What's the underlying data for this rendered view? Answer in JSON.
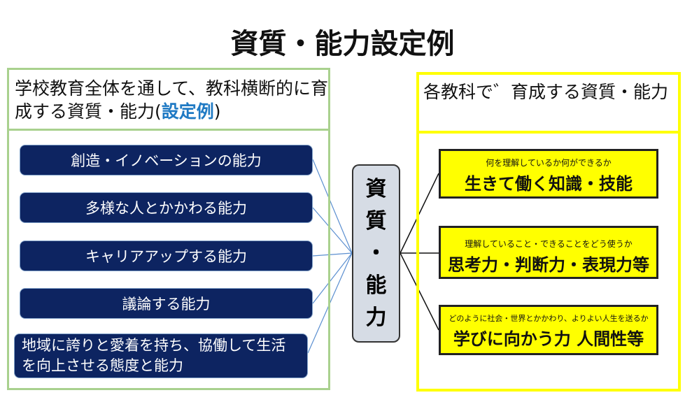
{
  "title": "資質・能力設定例",
  "left": {
    "header": "学校教育全体を通して、教科横断的に育成する資質・能力(",
    "header_highlight": "設定例",
    "header_end": ")",
    "items": [
      "創造・イノベーションの能力",
      "多様な人とかかわる能力",
      "キャリアアップする能力",
      "議論する能力",
      "地域に誇りと愛着を持ち、協働して生活を向上させる態度と能力"
    ]
  },
  "center": {
    "chars": [
      "資",
      "質",
      "・",
      "能",
      "力"
    ]
  },
  "right": {
    "header": "各教科で゛育成する資質・能力",
    "items": [
      {
        "sub": "何を理解しているか何ができるか",
        "main": "生きて働く知識・技能"
      },
      {
        "sub": "理解していること・できることをどう使うか",
        "main": "思考力・判断力・表現力等"
      },
      {
        "sub": "どのように社会・世界とかかわり、よりよい人生を送るか",
        "main": "学びに向かう力 人間性等"
      }
    ]
  },
  "colors": {
    "navy": "#0d2461",
    "green": "#a9d18e",
    "yellow": "#ffff00",
    "blue": "#1f7ac4"
  }
}
